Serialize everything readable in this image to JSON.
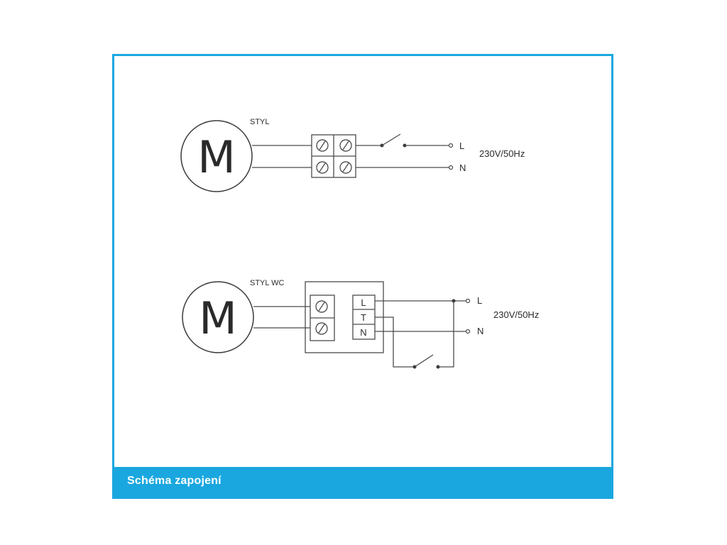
{
  "footer": {
    "title": "Schéma zapojení"
  },
  "diagrams": [
    {
      "label": "STYL",
      "motor_letter": "M",
      "supply_lines": [
        "L",
        "N"
      ],
      "supply": "230V/50Hz"
    },
    {
      "label": "STYL WC",
      "motor_letter": "M",
      "terminals": [
        "L",
        "T",
        "N"
      ],
      "supply_lines": [
        "L",
        "N"
      ],
      "supply": "230V/50Hz"
    }
  ],
  "colors": {
    "accent": "#1aa7df",
    "line": "#4a4a4a",
    "text": "#2a2a2a"
  }
}
